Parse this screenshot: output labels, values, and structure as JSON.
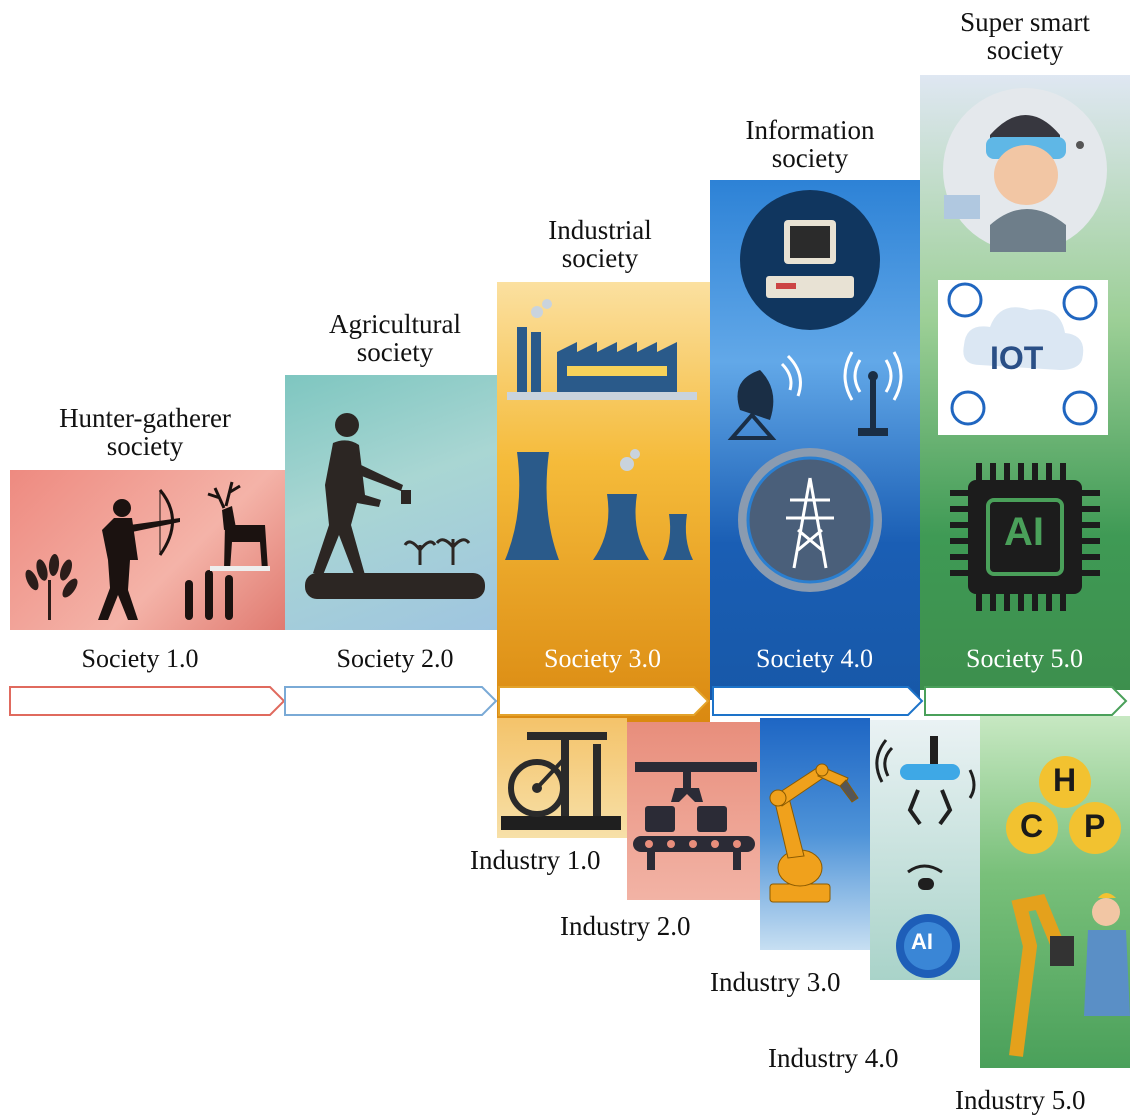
{
  "societies": [
    {
      "title_line1": "Hunter-gatherer",
      "title_line2": "society",
      "stage": "Society 1.0",
      "color": "#e8857a"
    },
    {
      "title_line1": "Agricultural",
      "title_line2": "society",
      "stage": "Society 2.0",
      "color": "#8fc3cf"
    },
    {
      "title_line1": "Industrial",
      "title_line2": "society",
      "stage": "Society 3.0",
      "color": "#f0b429"
    },
    {
      "title_line1": "Information",
      "title_line2": "society",
      "stage": "Society 4.0",
      "color": "#1d73c9"
    },
    {
      "title_line1": "Super smart",
      "title_line2": "society",
      "stage": "Society 5.0",
      "color": "#4aa05a"
    }
  ],
  "industries": [
    {
      "stage": "Industry 1.0"
    },
    {
      "stage": "Industry 2.0"
    },
    {
      "stage": "Industry 3.0"
    },
    {
      "stage": "Industry 4.0"
    },
    {
      "stage": "Industry 5.0"
    }
  ],
  "icon_text": {
    "iot": "IOT",
    "ai_chip": "AI",
    "ai_head": "AI",
    "hcp": [
      "H",
      "C",
      "P"
    ]
  },
  "icons": [
    "hunter-archer-icon",
    "deer-icon",
    "wheat-icon",
    "farmer-planting-icon",
    "factory-icon",
    "cooling-tower-icon",
    "computer-icon",
    "satellite-dish-icon",
    "radio-antenna-icon",
    "power-pylon-icon",
    "vr-headset-person-icon",
    "iot-cloud-icon",
    "ai-chip-icon",
    "steam-engine-icon",
    "assembly-line-icon",
    "robot-arm-icon",
    "smart-gripper-icon",
    "ai-head-icon",
    "hcp-icon",
    "worker-robot-icon"
  ]
}
